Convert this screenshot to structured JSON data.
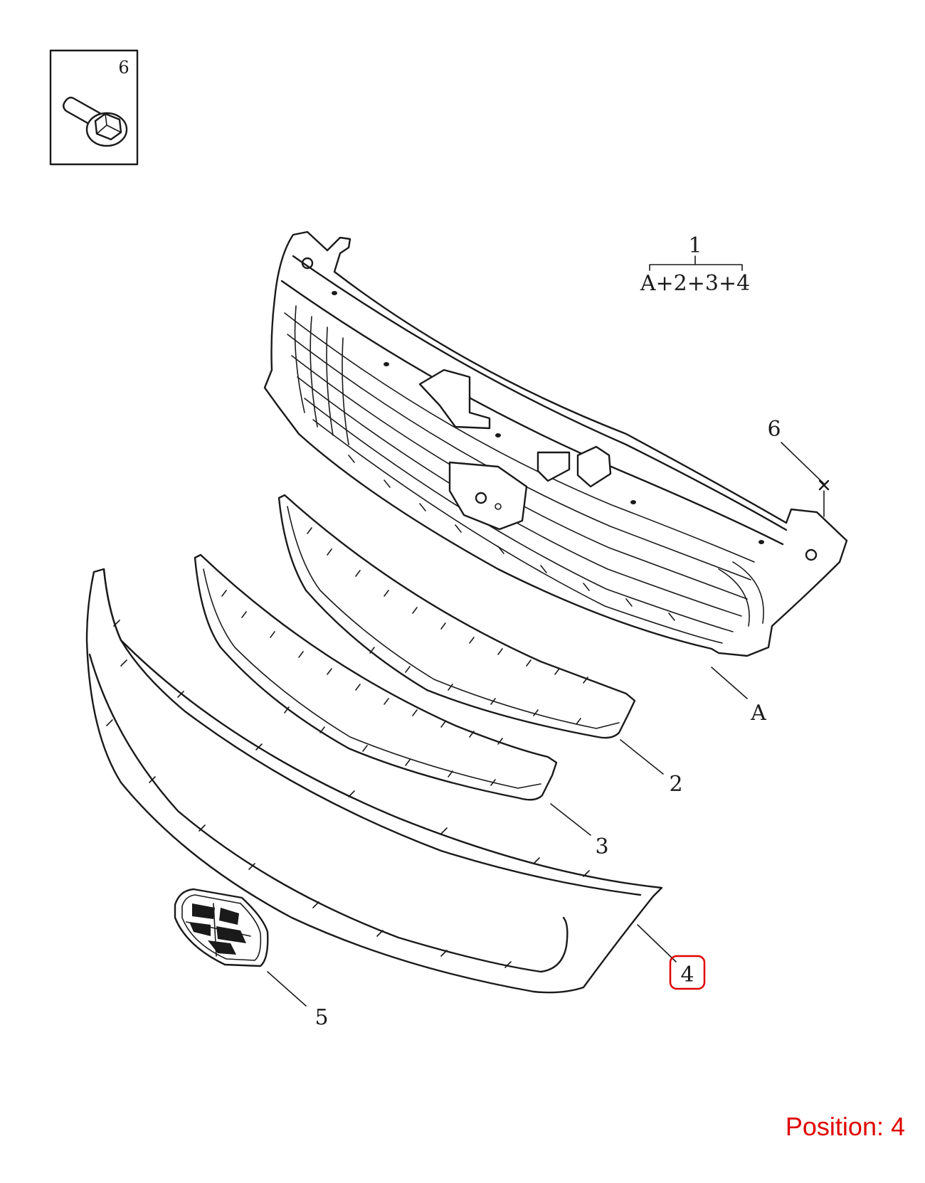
{
  "inset": {
    "number": "6"
  },
  "assembly": {
    "number": "1",
    "formula": "A+2+3+4"
  },
  "callouts": {
    "screw": "6",
    "grille_frame": "A",
    "trim_2": "2",
    "trim_3": "3",
    "surround_4": "4",
    "emblem_5": "5"
  },
  "highlighted_position": "4",
  "footer": {
    "position_label": "Position: 4"
  },
  "colors": {
    "highlight": "#e00000",
    "line": "#1a1a1a"
  }
}
